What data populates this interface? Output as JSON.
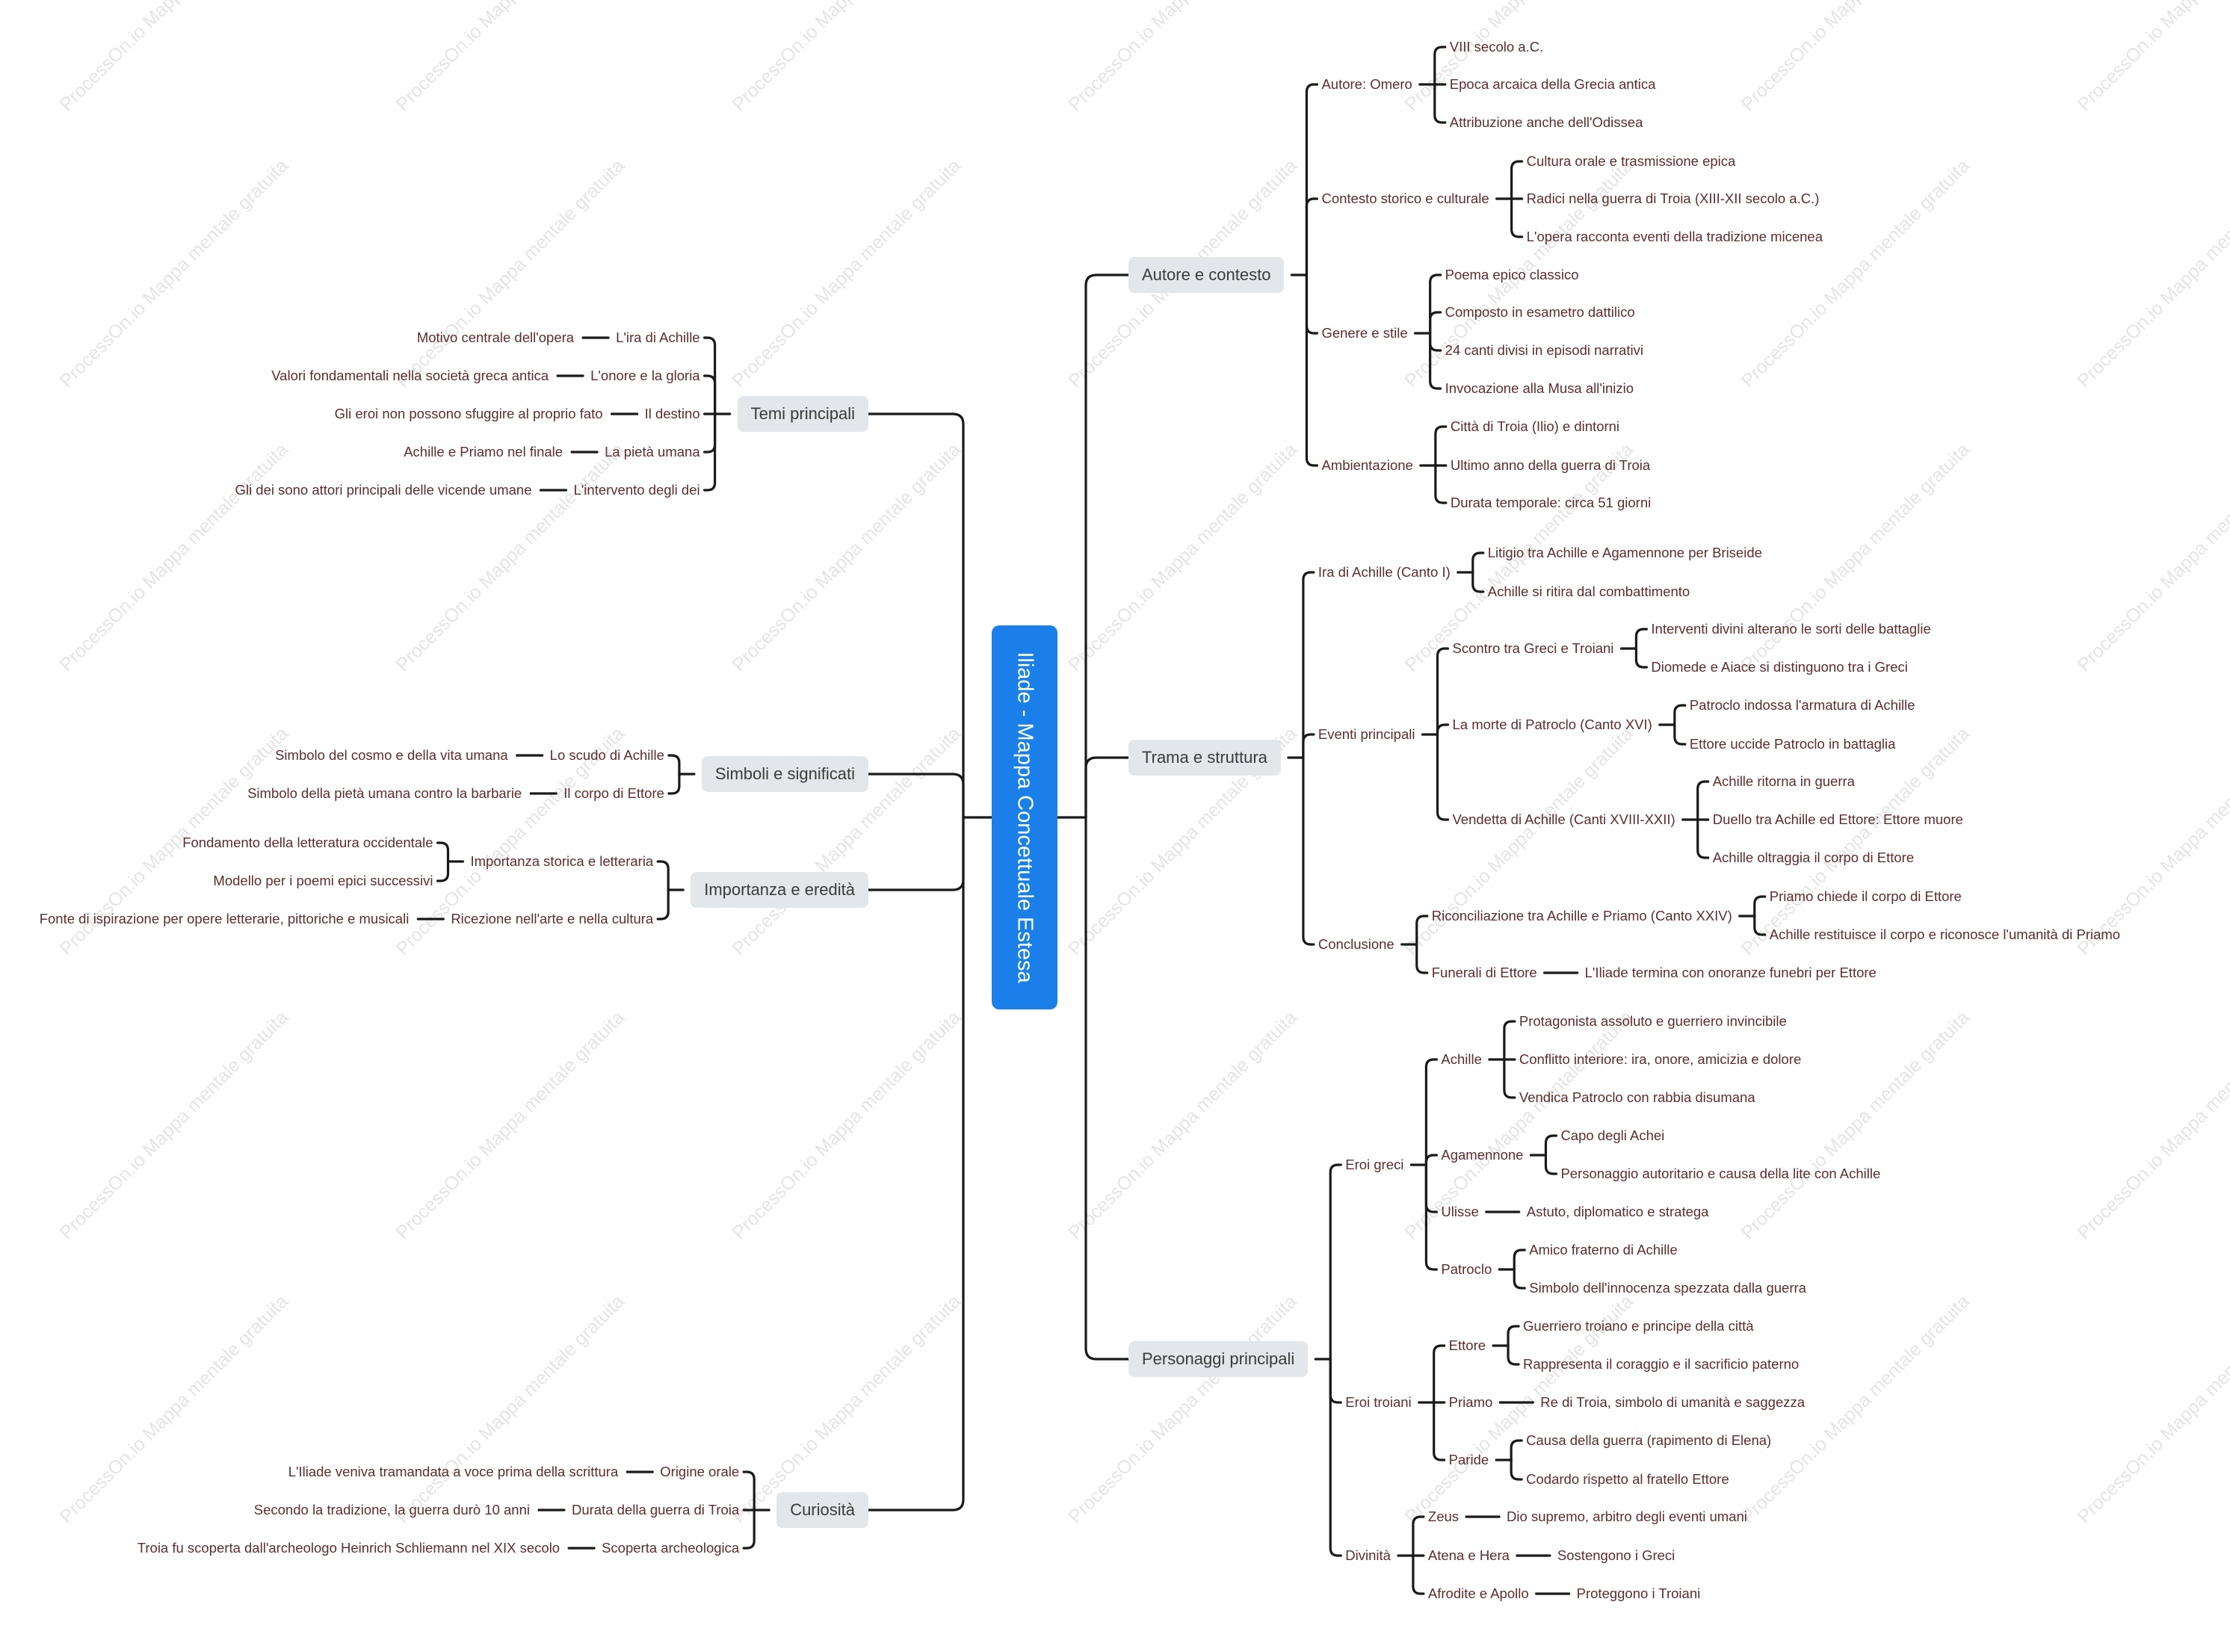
{
  "root": {
    "text": "Iliade - Mappa Concettuale Estesa"
  },
  "watermark": "ProcessOn.io Mappa mentale gratuita",
  "colors": {
    "root_bg": "#1a7fe8",
    "branch_bg": "#e3e6ea",
    "leaf_text": "#5b2e2e",
    "line": "#1a1a1a"
  },
  "right": [
    {
      "label": "Autore e contesto",
      "children": [
        {
          "label": "Autore: Omero",
          "children": [
            {
              "label": "VIII secolo a.C."
            },
            {
              "label": "Epoca arcaica della Grecia antica"
            },
            {
              "label": "Attribuzione anche dell'Odissea"
            }
          ]
        },
        {
          "label": "Contesto storico e culturale",
          "children": [
            {
              "label": "Cultura orale e trasmissione epica"
            },
            {
              "label": "Radici nella guerra di Troia (XIII-XII secolo a.C.)"
            },
            {
              "label": "L'opera racconta eventi della tradizione micenea"
            }
          ]
        },
        {
          "label": "Genere e stile",
          "children": [
            {
              "label": "Poema epico classico"
            },
            {
              "label": "Composto in esametro dattilico"
            },
            {
              "label": "24 canti divisi in episodi narrativi"
            },
            {
              "label": "Invocazione alla Musa all'inizio"
            }
          ]
        },
        {
          "label": "Ambientazione",
          "children": [
            {
              "label": "Città di Troia (Ilio) e dintorni"
            },
            {
              "label": "Ultimo anno della guerra di Troia"
            },
            {
              "label": "Durata temporale: circa 51 giorni"
            }
          ]
        }
      ]
    },
    {
      "label": "Trama e struttura",
      "children": [
        {
          "label": "Ira di Achille (Canto I)",
          "children": [
            {
              "label": "Litigio tra Achille e Agamennone per Briseide"
            },
            {
              "label": "Achille si ritira dal combattimento"
            }
          ]
        },
        {
          "label": "Eventi principali",
          "children": [
            {
              "label": "Scontro tra Greci e Troiani",
              "children": [
                {
                  "label": "Interventi divini alterano le sorti delle battaglie"
                },
                {
                  "label": "Diomede e Aiace si distinguono tra i Greci"
                }
              ]
            },
            {
              "label": "La morte di Patroclo (Canto XVI)",
              "children": [
                {
                  "label": "Patroclo indossa l'armatura di Achille"
                },
                {
                  "label": "Ettore uccide Patroclo in battaglia"
                }
              ]
            },
            {
              "label": "Vendetta di Achille (Canti XVIII-XXII)",
              "children": [
                {
                  "label": "Achille ritorna in guerra"
                },
                {
                  "label": "Duello tra Achille ed Ettore: Ettore muore"
                },
                {
                  "label": "Achille oltraggia il corpo di Ettore"
                }
              ]
            }
          ]
        },
        {
          "label": "Conclusione",
          "children": [
            {
              "label": "Riconciliazione tra Achille e Priamo (Canto XXIV)",
              "children": [
                {
                  "label": "Priamo chiede il corpo di Ettore"
                },
                {
                  "label": "Achille restituisce il corpo e riconosce l'umanità di Priamo"
                }
              ]
            },
            {
              "label": "Funerali di Ettore",
              "children": [
                {
                  "label": "L'Iliade termina con onoranze funebri per Ettore"
                }
              ]
            }
          ]
        }
      ]
    },
    {
      "label": "Personaggi principali",
      "children": [
        {
          "label": "Eroi greci",
          "children": [
            {
              "label": "Achille",
              "children": [
                {
                  "label": "Protagonista assoluto e guerriero invincibile"
                },
                {
                  "label": "Conflitto interiore: ira, onore, amicizia e dolore"
                },
                {
                  "label": "Vendica Patroclo con rabbia disumana"
                }
              ]
            },
            {
              "label": "Agamennone",
              "children": [
                {
                  "label": "Capo degli Achei"
                },
                {
                  "label": "Personaggio autoritario e causa della lite con Achille"
                }
              ]
            },
            {
              "label": "Ulisse",
              "children": [
                {
                  "label": "Astuto, diplomatico e stratega"
                }
              ]
            },
            {
              "label": "Patroclo",
              "children": [
                {
                  "label": "Amico fraterno di Achille"
                },
                {
                  "label": "Simbolo dell'innocenza spezzata dalla guerra"
                }
              ]
            }
          ]
        },
        {
          "label": "Eroi troiani",
          "children": [
            {
              "label": "Ettore",
              "children": [
                {
                  "label": "Guerriero troiano e principe della città"
                },
                {
                  "label": "Rappresenta il coraggio e il sacrificio paterno"
                }
              ]
            },
            {
              "label": "Priamo",
              "children": [
                {
                  "label": "Re di Troia, simbolo di umanità e saggezza"
                }
              ]
            },
            {
              "label": "Paride",
              "children": [
                {
                  "label": "Causa della guerra (rapimento di Elena)"
                },
                {
                  "label": "Codardo rispetto al fratello Ettore"
                }
              ]
            }
          ]
        },
        {
          "label": "Divinità",
          "children": [
            {
              "label": "Zeus",
              "children": [
                {
                  "label": "Dio supremo, arbitro degli eventi umani"
                }
              ]
            },
            {
              "label": "Atena e Hera",
              "children": [
                {
                  "label": "Sostengono i Greci"
                }
              ]
            },
            {
              "label": "Afrodite e Apollo",
              "children": [
                {
                  "label": "Proteggono i Troiani"
                }
              ]
            }
          ]
        }
      ]
    }
  ],
  "left": [
    {
      "label": "Temi principali",
      "children": [
        {
          "label": "L'ira di Achille",
          "children": [
            {
              "label": "Motivo centrale dell'opera"
            }
          ]
        },
        {
          "label": "L'onore e la gloria",
          "children": [
            {
              "label": "Valori fondamentali nella società greca antica"
            }
          ]
        },
        {
          "label": "Il destino",
          "children": [
            {
              "label": "Gli eroi non possono sfuggire al proprio fato"
            }
          ]
        },
        {
          "label": "La pietà umana",
          "children": [
            {
              "label": "Achille e Priamo nel finale"
            }
          ]
        },
        {
          "label": "L'intervento degli dei",
          "children": [
            {
              "label": "Gli dei sono attori principali delle vicende umane"
            }
          ]
        }
      ]
    },
    {
      "label": "Simboli e significati",
      "children": [
        {
          "label": "Lo scudo di Achille",
          "children": [
            {
              "label": "Simbolo del cosmo e della vita umana"
            }
          ]
        },
        {
          "label": "Il corpo di Ettore",
          "children": [
            {
              "label": "Simbolo della pietà umana contro la barbarie"
            }
          ]
        }
      ]
    },
    {
      "label": "Importanza e eredità",
      "children": [
        {
          "label": "Importanza storica e letteraria",
          "children": [
            {
              "label": "Fondamento della letteratura occidentale"
            },
            {
              "label": "Modello per i poemi epici successivi"
            }
          ]
        },
        {
          "label": "Ricezione nell'arte e nella cultura",
          "children": [
            {
              "label": "Fonte di ispirazione per opere letterarie, pittoriche e musicali"
            }
          ]
        }
      ]
    },
    {
      "label": "Curiosità",
      "children": [
        {
          "label": "Origine orale",
          "children": [
            {
              "label": "L'Iliade veniva tramandata a voce prima della scrittura"
            }
          ]
        },
        {
          "label": "Durata della guerra di Troia",
          "children": [
            {
              "label": "Secondo la tradizione, la guerra durò 10 anni"
            }
          ]
        },
        {
          "label": "Scoperta archeologica",
          "children": [
            {
              "label": "Troia fu scoperta dall'archeologo Heinrich Schliemann nel XIX secolo"
            }
          ]
        }
      ]
    }
  ]
}
